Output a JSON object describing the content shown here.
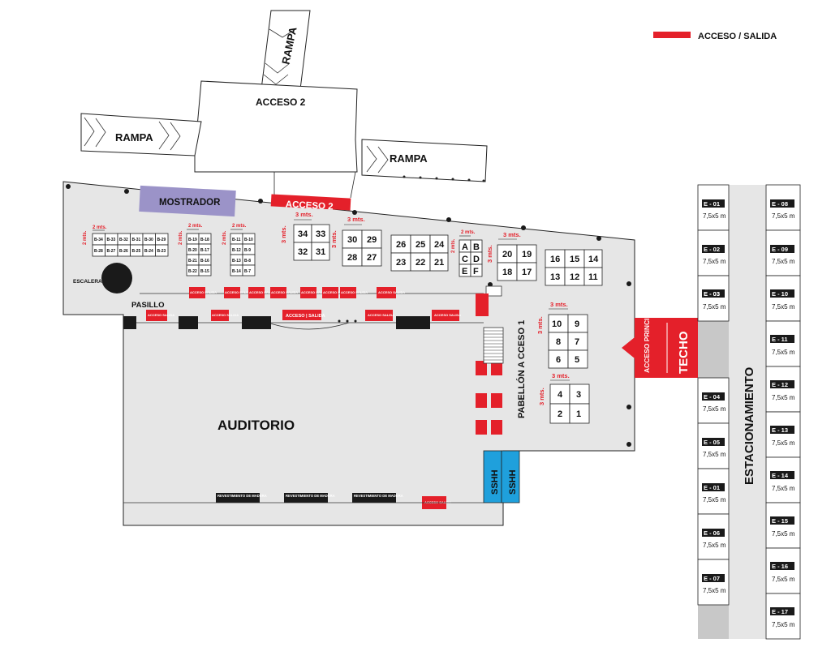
{
  "legend": {
    "label": "ACCESO / SALIDA",
    "color": "#e4202a"
  },
  "colors": {
    "floor": "#e6e6e6",
    "access": "#e4202a",
    "mostrador": "#9b93c8",
    "sshh": "#1fa0dc",
    "parking_gray": "#c8c8c8",
    "dark": "#1a1a1a"
  },
  "labels": {
    "rampa_top": "RAMPA",
    "rampa_left": "RAMPA",
    "rampa_right": "RAMPA",
    "acceso2_top": "ACCESO 2",
    "acceso2_badge": "ACCESO 2",
    "mostrador": "MOSTRADOR",
    "escalera": "ESCALERA",
    "pasillo": "PASILLO",
    "auditorio": "AUDITORIO",
    "pabellon": "PABELLÓN A CCESO 1",
    "acceso_principal": "ACCESO PRINCIPAL",
    "techo": "TECHO",
    "estacionamiento": "ESTACIONAMIENTO",
    "sshh": "SSHH",
    "acceso_salida_long": "ACCESO | SALIDA",
    "acceso_salida_small": "ACCESO SALIDA",
    "revestimiento": "REVESTIMIENTO DE MADERA"
  },
  "dimensions": {
    "two_m": "2 mts.",
    "three_m": "3 mts."
  },
  "booths_b": {
    "row_top": [
      "B-34",
      "B-33",
      "B-32",
      "B-31",
      "B-30",
      "B-29"
    ],
    "row_bottom": [
      "B-28",
      "B-27",
      "B-26",
      "B-25",
      "B-24",
      "B-23"
    ],
    "col_a": [
      "B-19",
      "B-20",
      "B-21",
      "B-22"
    ],
    "col_b": [
      "B-18",
      "B-17",
      "B-16",
      "B-15"
    ],
    "col_c": [
      "B-11",
      "B-12",
      "B-13",
      "B-14"
    ],
    "col_d": [
      "B-10",
      "B-9",
      "B-8",
      "B-7"
    ]
  },
  "stands": {
    "g1": [
      [
        "34",
        "33"
      ],
      [
        "32",
        "31"
      ]
    ],
    "g2": [
      [
        "30",
        "29"
      ],
      [
        "28",
        "27"
      ]
    ],
    "g3": [
      [
        "26",
        "25",
        "24"
      ],
      [
        "23",
        "22",
        "21"
      ]
    ],
    "g4": [
      [
        "A",
        "B"
      ],
      [
        "C",
        "D"
      ],
      [
        "E",
        "F"
      ]
    ],
    "g5": [
      [
        "20",
        "19"
      ],
      [
        "18",
        "17"
      ]
    ],
    "g6": [
      [
        "16",
        "15",
        "14"
      ],
      [
        "13",
        "12",
        "11"
      ]
    ],
    "g7": [
      [
        "10",
        "9"
      ],
      [
        "8",
        "7"
      ],
      [
        "6",
        "5"
      ]
    ],
    "g8": [
      [
        "4",
        "3"
      ],
      [
        "2",
        "1"
      ]
    ]
  },
  "parking_left": [
    {
      "id": "E - 01",
      "size": "7,5x5 m"
    },
    {
      "id": "E - 02",
      "size": "7,5x5 m"
    },
    {
      "id": "E - 03",
      "size": "7,5x5 m"
    },
    {
      "id": "E - 04",
      "size": "7,5x5 m"
    },
    {
      "id": "E - 05",
      "size": "7,5x5 m"
    },
    {
      "id": "E - 01",
      "size": "7,5x5 m"
    },
    {
      "id": "E - 06",
      "size": "7,5x5 m"
    },
    {
      "id": "E - 07",
      "size": "7,5x5 m"
    }
  ],
  "parking_right": [
    {
      "id": "E - 08",
      "size": "7,5x5 m"
    },
    {
      "id": "E - 09",
      "size": "7,5x5 m"
    },
    {
      "id": "E - 10",
      "size": "7,5x5 m"
    },
    {
      "id": "E - 11",
      "size": "7,5x5 m"
    },
    {
      "id": "E - 12",
      "size": "7,5x5 m"
    },
    {
      "id": "E - 13",
      "size": "7,5x5 m"
    },
    {
      "id": "E - 14",
      "size": "7,5x5 m"
    },
    {
      "id": "E - 15",
      "size": "7,5x5 m"
    },
    {
      "id": "E - 16",
      "size": "7,5x5 m"
    },
    {
      "id": "E - 17",
      "size": "7,5x5 m"
    }
  ]
}
